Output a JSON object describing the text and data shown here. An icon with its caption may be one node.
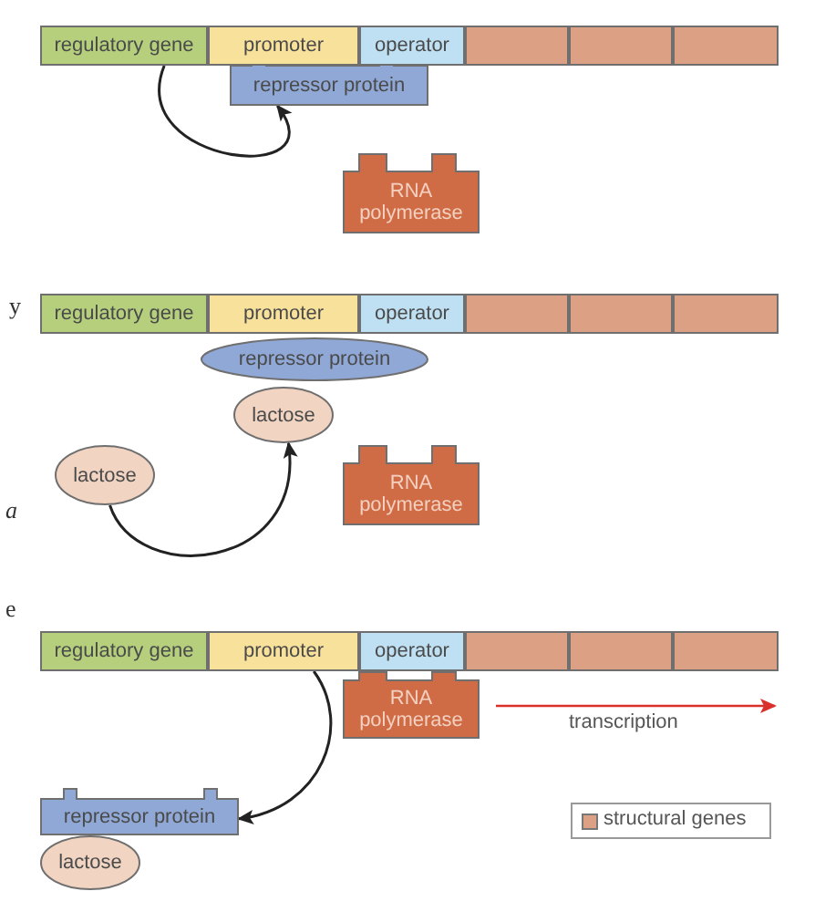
{
  "diagram": {
    "nodes": [
      {
        "text": [
          "regulatory gene"
        ]
      },
      {
        "text": [
          "promoter"
        ]
      },
      {
        "text": [
          "operator"
        ]
      },
      {
        "text": [],
        "shape": "box"
      },
      {
        "text": [],
        "shape": "box"
      },
      {
        "text": [],
        "shape": "box"
      },
      {
        "text": [
          "repressor protein"
        ]
      },
      {
        "text": [
          "RNA polymerase"
        ]
      },
      {
        "text": [
          "regulatory gene"
        ]
      },
      {
        "text": [
          "promoter"
        ]
      },
      {
        "text": [
          "operator"
        ]
      },
      {
        "text": [],
        "shape": "box"
      },
      {
        "text": [],
        "shape": "box"
      },
      {
        "text": [],
        "shape": "box"
      },
      {
        "text": [
          "repressor protein"
        ]
      },
      {
        "text": [
          "lactose"
        ]
      },
      {
        "text": [
          "lactose"
        ]
      },
      {
        "text": [
          "RNA polymerase"
        ]
      },
      {
        "text": [
          "regulatory gene"
        ]
      },
      {
        "text": [
          "promoter"
        ]
      },
      {
        "text": [
          "operator"
        ]
      },
      {
        "text": [],
        "shape": "box"
      },
      {
        "text": [],
        "shape": "box"
      },
      {
        "text": [],
        "shape": "box"
      },
      {
        "text": [
          "RNA polymerase"
        ]
      },
      {
        "text": [
          "repressor protein"
        ]
      },
      {
        "text": [
          "lactose"
        ]
      }
    ],
    "edges": [
      {
        "from": 0,
        "to": 6,
        "arrow": "to"
      },
      {
        "from": 16,
        "to": 15,
        "arrow": "to"
      },
      {
        "from": 19,
        "to": 25,
        "arrow": "to"
      }
    ],
    "labels": [
      "y",
      "a",
      "e",
      "transcription"
    ],
    "legend": [
      {
        "text": "structural genes",
        "color": "#dca184"
      }
    ]
  }
}
